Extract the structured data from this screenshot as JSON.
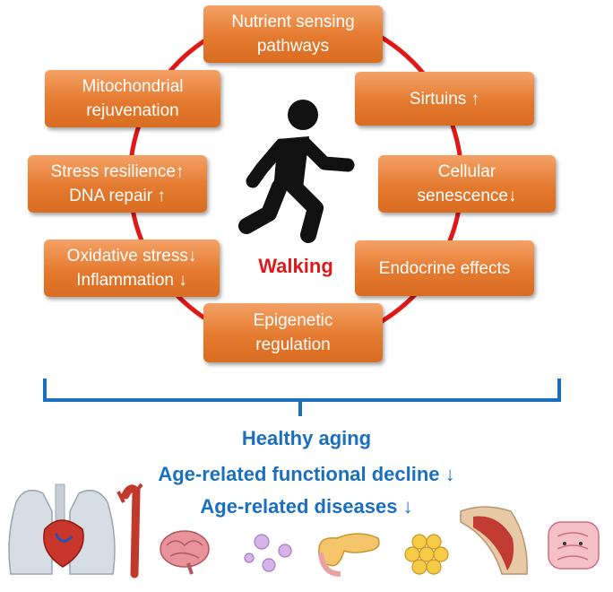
{
  "center": {
    "label": "Walking"
  },
  "mechanisms": {
    "nutrient": [
      "Nutrient sensing",
      "pathways"
    ],
    "mito": [
      "Mitochondrial",
      "rejuvenation"
    ],
    "sirtuins": [
      "Sirtuins ↑"
    ],
    "stress": [
      "Stress resilience↑",
      "DNA repair ↑"
    ],
    "senescence": [
      "Cellular",
      "senescence↓"
    ],
    "oxidative": [
      "Oxidative stress↓",
      "Inflammation ↓"
    ],
    "endocrine": [
      "Endocrine effects"
    ],
    "epigenetic": [
      "Epigenetic",
      "regulation"
    ]
  },
  "outcomes": {
    "line1": "Healthy aging",
    "line2": "Age-related functional decline ↓",
    "line3": "Age-related diseases ↓"
  },
  "organ_icons": [
    "lungs-heart-icon",
    "artery-icon",
    "brain-icon",
    "immune-cells-icon",
    "pancreas-icon",
    "fat-cells-icon",
    "muscle-icon",
    "intestine-icon"
  ],
  "colors": {
    "box_orange": "#e47a2f",
    "circle_red": "#e01818",
    "outcome_blue": "#1a6fbf",
    "figure_black": "#111111"
  }
}
